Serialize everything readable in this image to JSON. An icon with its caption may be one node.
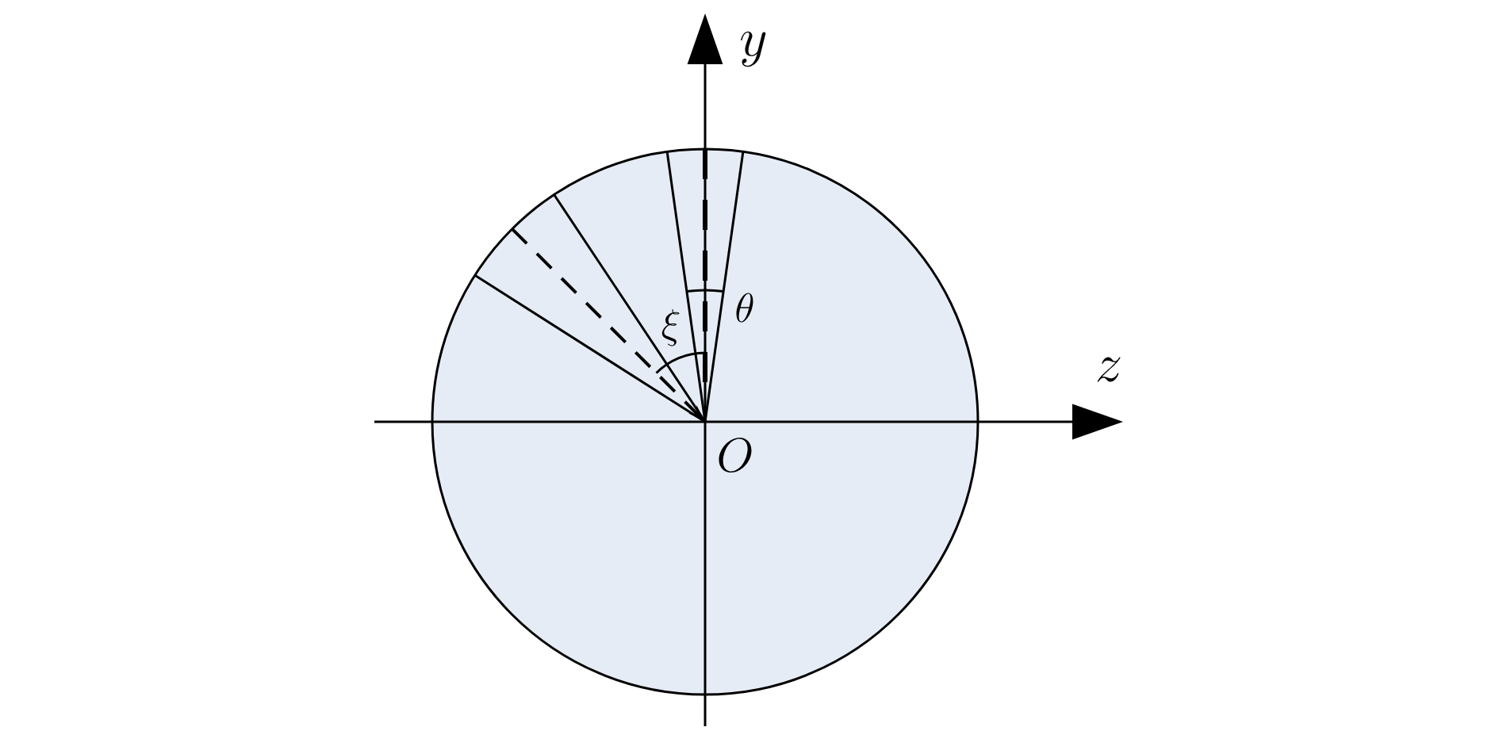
{
  "diagram": {
    "labels": [
      "y",
      "z",
      "O",
      "\\theta",
      "\\xi"
    ]
  }
}
